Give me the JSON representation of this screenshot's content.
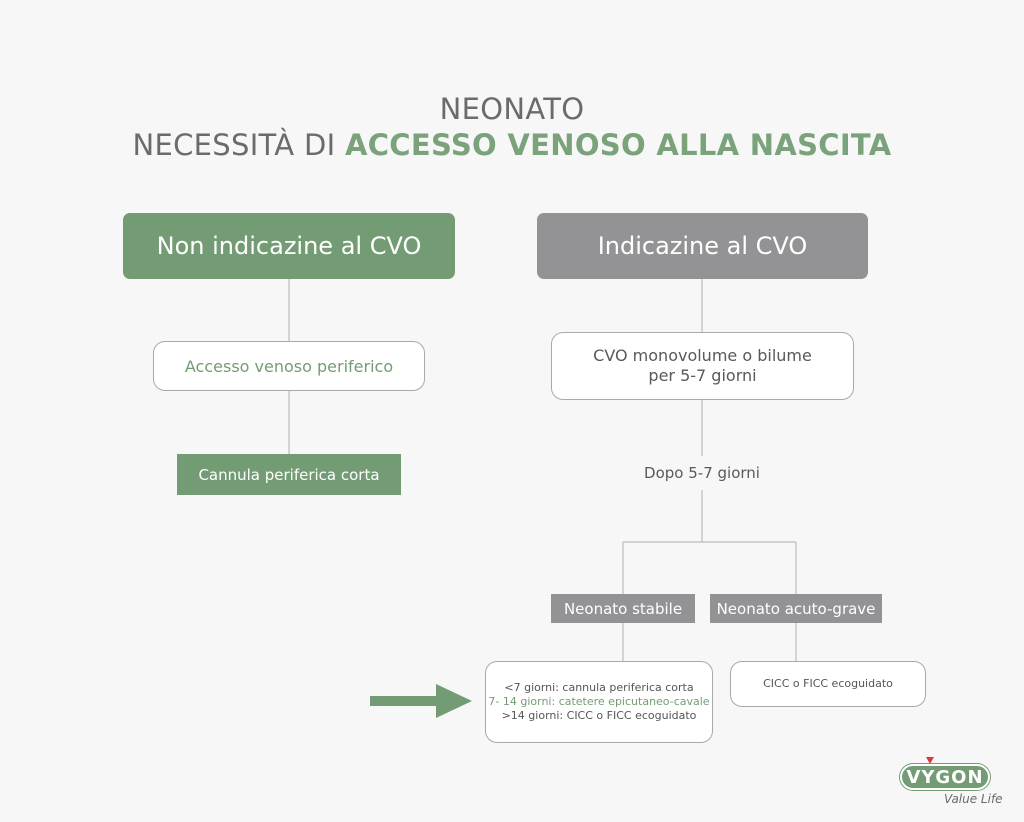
{
  "title": {
    "line1": "NEONATO",
    "line2_prefix": "NECESSITÀ DI ",
    "line2_accent": "ACCESSO VENOSO ALLA NASCITA"
  },
  "left": {
    "header": "Non indicazine al CVO",
    "step1": "Accesso venoso periferico",
    "step2": "Cannula periferica corta"
  },
  "right": {
    "header": "Indicazine al CVO",
    "step1_line1": "CVO monovolume o bilume",
    "step1_line2": "per 5-7 giorni",
    "step2": "Dopo 5-7 giorni",
    "branch_stable": "Neonato stabile",
    "branch_acute": "Neonato acuto-grave",
    "stable_detail": [
      "<7 giorni: cannula periferica corta",
      "7- 14 giorni: catetere epicutaneo-cavale",
      ">14 giorni: CICC o FICC ecoguidato"
    ],
    "acute_detail": "CICC o FICC ecoguidato"
  },
  "logo": {
    "brand": "VYGON",
    "tagline": "Value Life"
  },
  "colors": {
    "accent_green": "#739c74",
    "gray": "#939395",
    "text": "#6b6b6b",
    "background": "#f7f7f7"
  }
}
